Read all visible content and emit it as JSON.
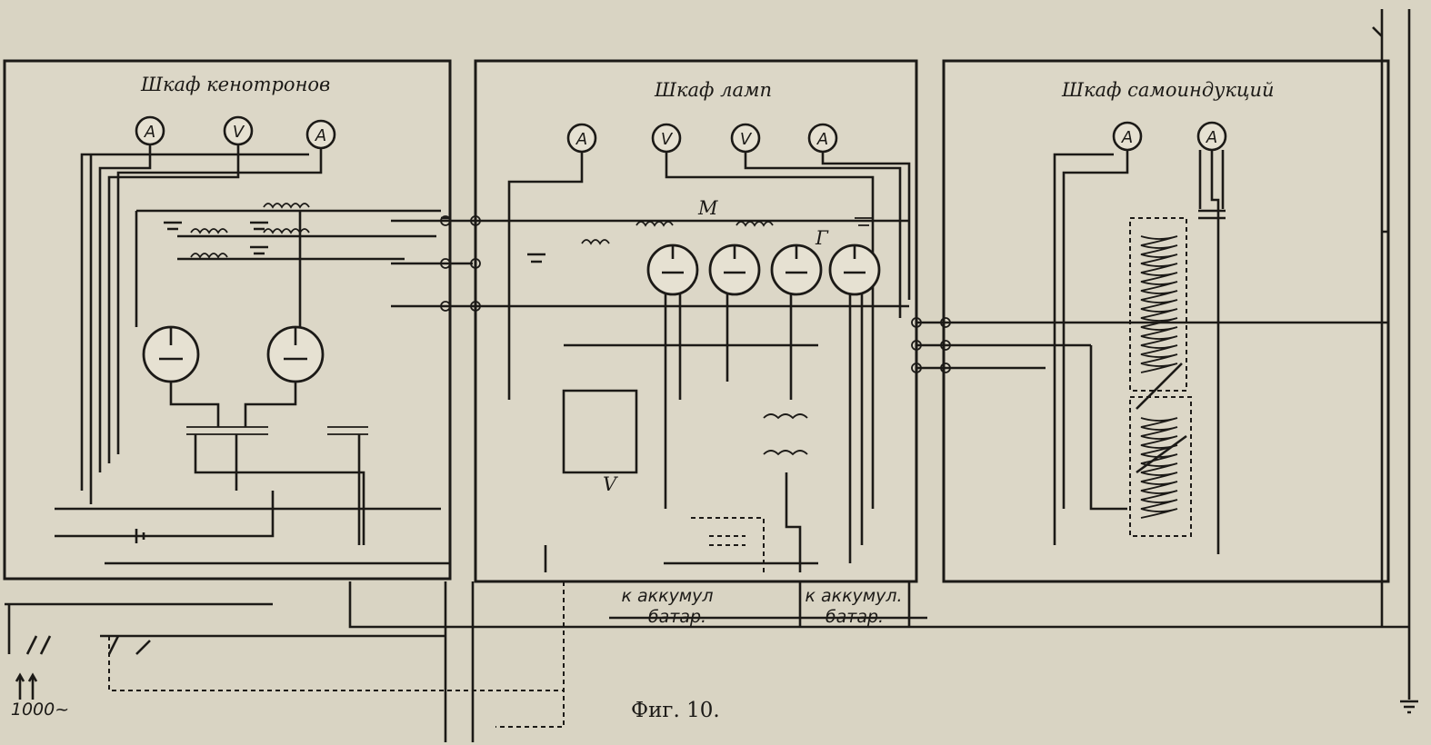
{
  "cabinets": {
    "kenotron": {
      "title": "Шкаф кенотронов",
      "meters": [
        "A",
        "V",
        "A"
      ]
    },
    "lamps": {
      "title": "Шкаф ламп",
      "meters": [
        "A",
        "V",
        "V",
        "A"
      ],
      "tube_labels": {
        "m": "M",
        "g": "Г",
        "v": "V"
      }
    },
    "inductance": {
      "title": "Шкаф самоиндукций",
      "meters": [
        "A",
        "A"
      ]
    }
  },
  "battery_labels": [
    {
      "line1": "к аккумул",
      "line2": "батар."
    },
    {
      "line1": "к аккумул.",
      "line2": "батар."
    }
  ],
  "source_label": "1000~",
  "caption": "Фиг. 10."
}
